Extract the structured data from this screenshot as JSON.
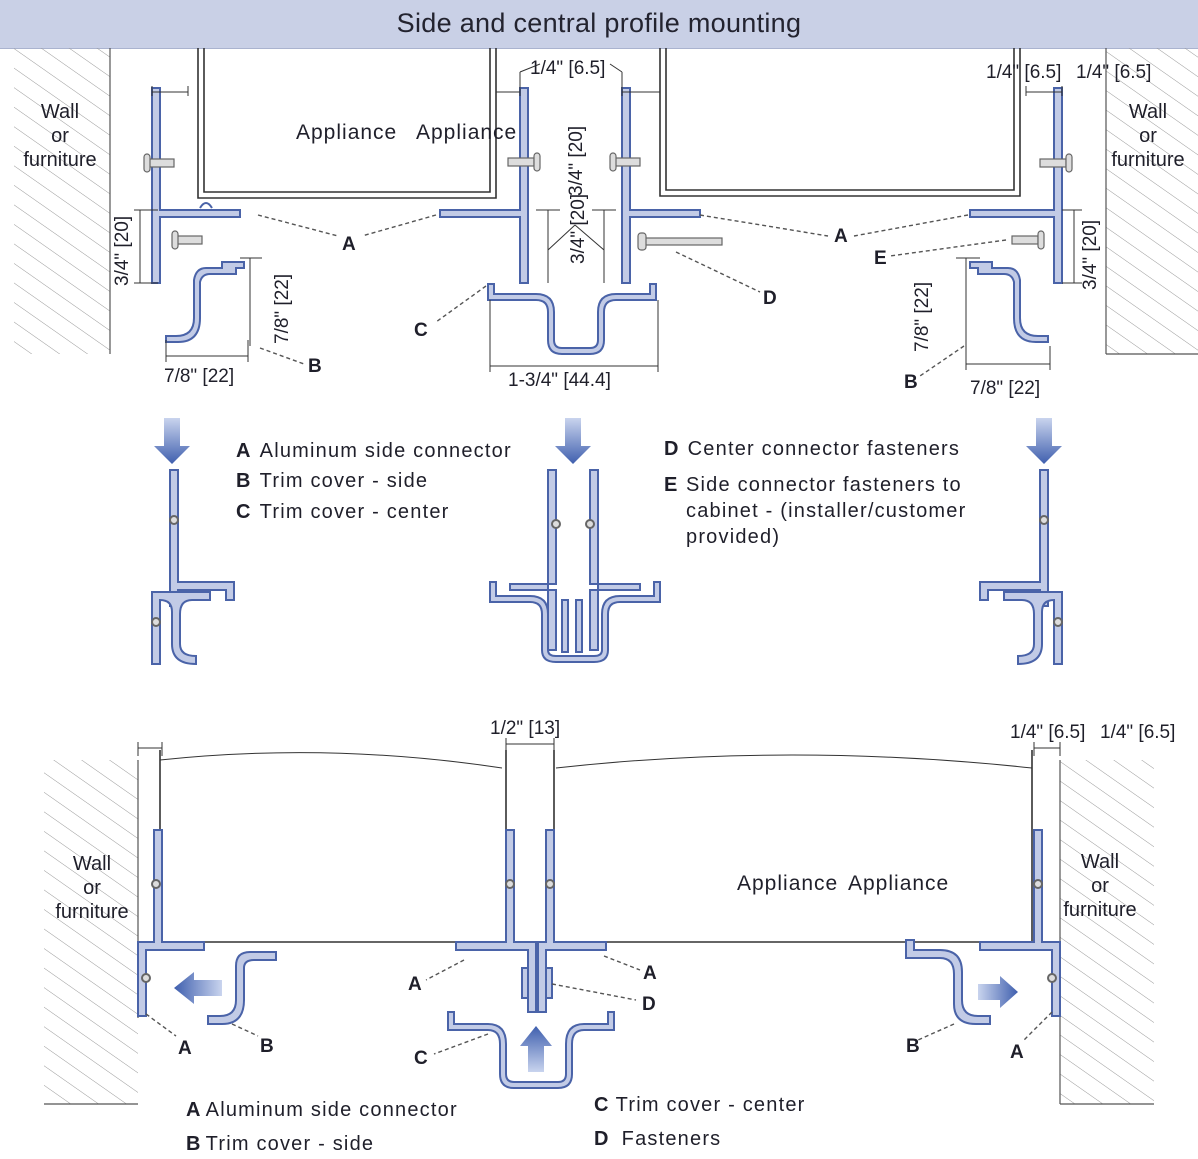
{
  "title": "Side and central profile mounting",
  "wall_text": [
    "Wall",
    "or",
    "furniture"
  ],
  "appliance_label": "Appliance",
  "dimensions": {
    "quarter": "1/4\" [6.5]",
    "three_quarter": "3/4\" [20]",
    "seven_eighth": "7/8\" [22]",
    "one_three_quarter": "1-3/4\" [44.4]",
    "half": "1/2\" [13]"
  },
  "part_letters": {
    "A": "A",
    "B": "B",
    "C": "C",
    "D": "D",
    "E": "E"
  },
  "legend_top": [
    {
      "letter": "A",
      "text": "Aluminum side connector"
    },
    {
      "letter": "B",
      "text": "Trim cover - side"
    },
    {
      "letter": "C",
      "text": "Trim cover - center"
    },
    {
      "letter": "D",
      "text": "Center connector fasteners"
    },
    {
      "letter": "E",
      "text": "Side connector fasteners to cabinet - (installer/customer provided)"
    }
  ],
  "legend_bottom": [
    {
      "letter": "A",
      "text": "Aluminum side connector"
    },
    {
      "letter": "B",
      "text": "Trim cover - side"
    },
    {
      "letter": "C",
      "text": "Trim cover - center"
    },
    {
      "letter": "D",
      "text": "Fasteners"
    }
  ],
  "colors": {
    "title_bar": "#c9d0e6",
    "profile_blue": "#4a63a8",
    "profile_fill": "#c2cbe6",
    "arrow": "#4c6fb3"
  }
}
